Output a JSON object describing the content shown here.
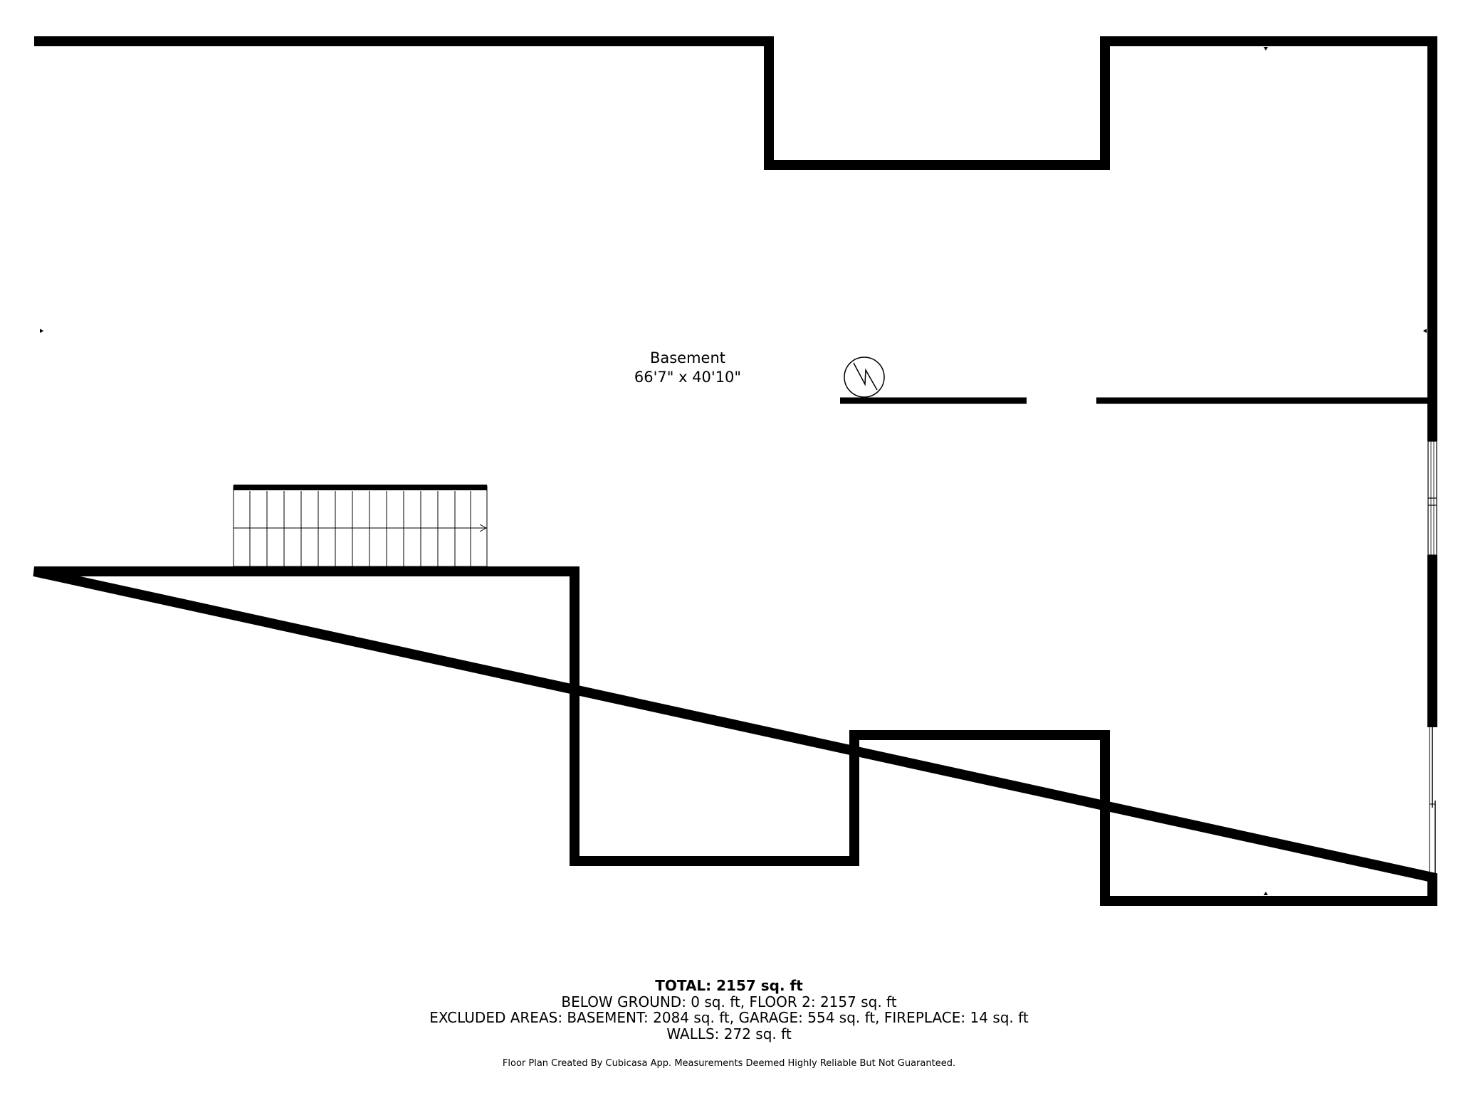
{
  "room": {
    "name": "Basement",
    "dimensions": "66'7\" x 40'10\""
  },
  "summary": {
    "total": "TOTAL: 2157 sq. ft",
    "below_ground": "BELOW GROUND: 0 sq. ft, FLOOR 2: 2157 sq. ft",
    "excluded": "EXCLUDED AREAS: BASEMENT: 2084 sq. ft, GARAGE: 554 sq. ft, FIREPLACE: 14 sq. ft",
    "walls": "WALLS: 272 sq. ft"
  },
  "disclaimer": "Floor Plan Created By Cubicasa App. Measurements Deemed Highly Reliable But Not Guaranteed.",
  "icons": {
    "stairs": "stairs-icon",
    "fireplace": "fireplace-icon",
    "window": "window-icon",
    "door": "door-icon",
    "dimension_marker": "dimension-marker-icon"
  },
  "colors": {
    "wall": "#000000",
    "background": "#ffffff"
  }
}
